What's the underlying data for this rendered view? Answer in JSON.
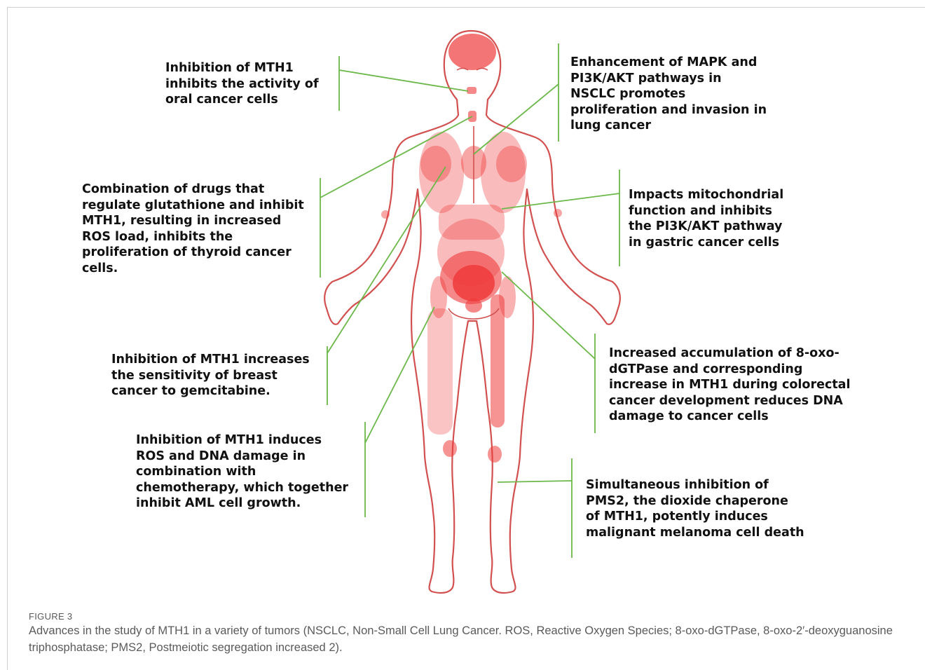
{
  "figure": {
    "label": "FIGURE 3",
    "caption": "Advances in the study of MTH1 in a variety of tumors (NSCLC, Non-Small Cell Lung Cancer. ROS, Reactive Oxygen Species; 8-oxo-dGTPase, 8-oxo-2′-deoxyguanosine triphosphatase; PMS2, Postmeiotic segregation increased 2)."
  },
  "colors": {
    "leader_line": "#6cb84a",
    "organ_red": "#ef3b3b",
    "body_outline": "#d2504f",
    "text": "#111111",
    "caption": "#5a5a5a"
  },
  "callouts": {
    "oral": "Inhibition of MTH1\ninhibits the activity of\noral cancer cells",
    "lung": "Enhancement of MAPK and\nPI3K/AKT pathways in\nNSCLC promotes\nproliferation and invasion in\nlung cancer",
    "thyroid": "Combination of drugs that\nregulate glutathione and inhibit\nMTH1, resulting in increased\nROS load, inhibits the\nproliferation of thyroid cancer\ncells.",
    "gastric": "Impacts mitochondrial\nfunction and inhibits\nthe PI3K/AKT pathway\nin gastric cancer cells",
    "breast": "Inhibition of MTH1 increases\nthe sensitivity of breast\ncancer to gemcitabine.",
    "colorectal": "Increased accumulation of 8-oxo-\ndGTPase and corresponding\nincrease in MTH1 during colorectal\ncancer development reduces DNA\ndamage to cancer cells",
    "aml": "Inhibition of MTH1 induces\nROS and DNA damage in\ncombination with\nchemotherapy, which together\ninhibit AML cell growth.",
    "melanoma": "Simultaneous inhibition of\nPMS2, the dioxide chaperone\nof MTH1, potently induces\nmalignant melanoma cell death"
  }
}
